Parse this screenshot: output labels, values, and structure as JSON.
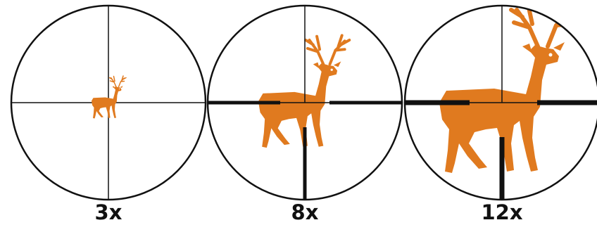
{
  "colors": {
    "deer": "#e07a1f",
    "ink": "#111111",
    "background": "#ffffff"
  },
  "scopes": [
    {
      "magnification": "3x",
      "deer_scale": 0.25,
      "reticle": "thin"
    },
    {
      "magnification": "8x",
      "deer_scale": 0.66,
      "reticle": "thick"
    },
    {
      "magnification": "12x",
      "deer_scale": 1.0,
      "reticle": "thick"
    }
  ]
}
